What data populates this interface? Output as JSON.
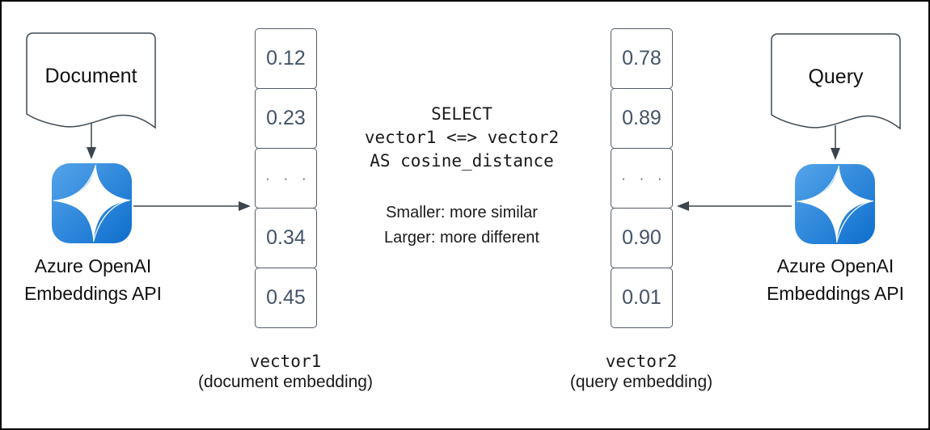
{
  "diagram": {
    "left": {
      "doc_label": "Document",
      "api_label_line1": "Azure OpenAI",
      "api_label_line2": "Embeddings API",
      "vector": {
        "values": [
          "0.12",
          "0.23",
          "· · ·",
          "0.34",
          "0.45"
        ],
        "name": "vector1",
        "caption": "(document embedding)"
      }
    },
    "right": {
      "doc_label": "Query",
      "api_label_line1": "Azure OpenAI",
      "api_label_line2": "Embeddings API",
      "vector": {
        "values": [
          "0.78",
          "0.89",
          "· · ·",
          "0.90",
          "0.01"
        ],
        "name": "vector2",
        "caption": "(query embedding)"
      }
    },
    "center": {
      "sql_line1": "SELECT",
      "sql_line2": "vector1 <=> vector2",
      "sql_line3": "AS cosine_distance",
      "note_line1": "Smaller: more similar",
      "note_line2": "Larger: more different"
    },
    "icons": {
      "left_api": "azure-openai-sparkle-icon",
      "right_api": "azure-openai-sparkle-icon"
    },
    "colors": {
      "icon_blue_light": "#55a4ea",
      "icon_blue_dark": "#0d6ecd",
      "line_stroke": "#3c454e",
      "cell_text": "#44546a",
      "outer_border": "#000000"
    }
  }
}
